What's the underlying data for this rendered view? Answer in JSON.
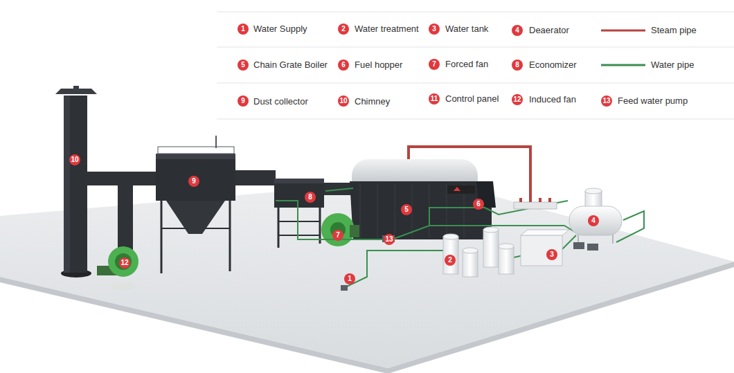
{
  "diagram": {
    "labels": [
      "1",
      "2",
      "3",
      "4",
      "5",
      "6",
      "7",
      "8",
      "9",
      "10",
      "11",
      "12",
      "13",
      "10",
      "9",
      "8",
      "5",
      "6",
      "7",
      "13",
      "2",
      "3",
      "4",
      "12",
      "1"
    ],
    "legend": [
      {
        "text": "Water Supply"
      },
      {
        "text": "Water treatment"
      },
      {
        "text": "Water tank"
      },
      {
        "text": "Deaerator"
      },
      {
        "text": "Steam pipe"
      },
      {
        "text": "Chain Grate Boiler"
      },
      {
        "text": "Fuel hopper"
      },
      {
        "text": "Forced fan"
      },
      {
        "text": "Economizer"
      },
      {
        "text": "Water pipe"
      },
      {
        "text": "Dust collector"
      },
      {
        "text": "Chimney"
      },
      {
        "text": "Control panel"
      },
      {
        "text": "Induced fan"
      },
      {
        "text": "Feed water pump"
      }
    ]
  }
}
